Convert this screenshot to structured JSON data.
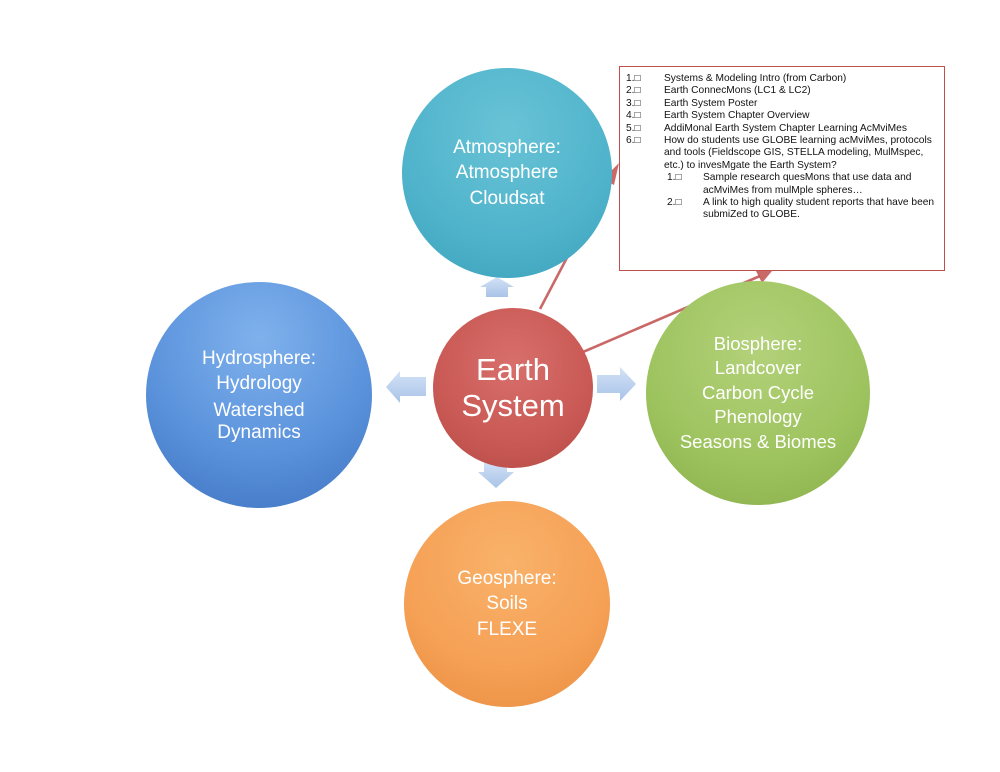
{
  "diagram": {
    "center": {
      "lines": [
        "Earth",
        "System"
      ]
    },
    "spheres": {
      "atmosphere": {
        "lines": [
          "Atmosphere:",
          "Atmosphere",
          "Cloudsat"
        ]
      },
      "hydrosphere": {
        "lines": [
          "Hydrosphere:",
          "Hydrology",
          "Watershed",
          "Dynamics"
        ]
      },
      "biosphere": {
        "lines": [
          "Biosphere:",
          "Landcover",
          "Carbon Cycle",
          "Phenology",
          "Seasons & Biomes"
        ]
      },
      "geosphere": {
        "lines": [
          "Geosphere:",
          "Soils",
          "FLEXE"
        ]
      }
    },
    "colors": {
      "atmosphere": "#4fb3cb",
      "hydrosphere": "#5b93dc",
      "center": "#c95955",
      "biosphere": "#9dc35e",
      "geosphere": "#f5a055",
      "arrow": "#b4cdee",
      "connector": "#c0504d"
    }
  },
  "notes": {
    "items": [
      {
        "num": "1.□",
        "text": "Systems & Modeling Intro (from Carbon)"
      },
      {
        "num": "2.□",
        "text": "Earth ConnecMons (LC1 & LC2)"
      },
      {
        "num": "3.□",
        "text": "Earth System Poster"
      },
      {
        "num": "4.□",
        "text": "Earth System Chapter Overview"
      },
      {
        "num": "5.□",
        "text": "AddiMonal Earth System Chapter Learning AcMviMes"
      },
      {
        "num": "6.□",
        "text": "How do students use GLOBE learning acMviMes, protocols and tools (Fieldscope GIS, STELLA modeling, MulMspec, etc.) to invesMgate the Earth System?"
      }
    ],
    "subitems": [
      {
        "num": "1.□",
        "text": "Sample research quesMons that use data and acMviMes from mulMple spheres…"
      },
      {
        "num": "2.□",
        "text": "A link to high quality student reports that have been submiZed to GLOBE."
      }
    ]
  }
}
